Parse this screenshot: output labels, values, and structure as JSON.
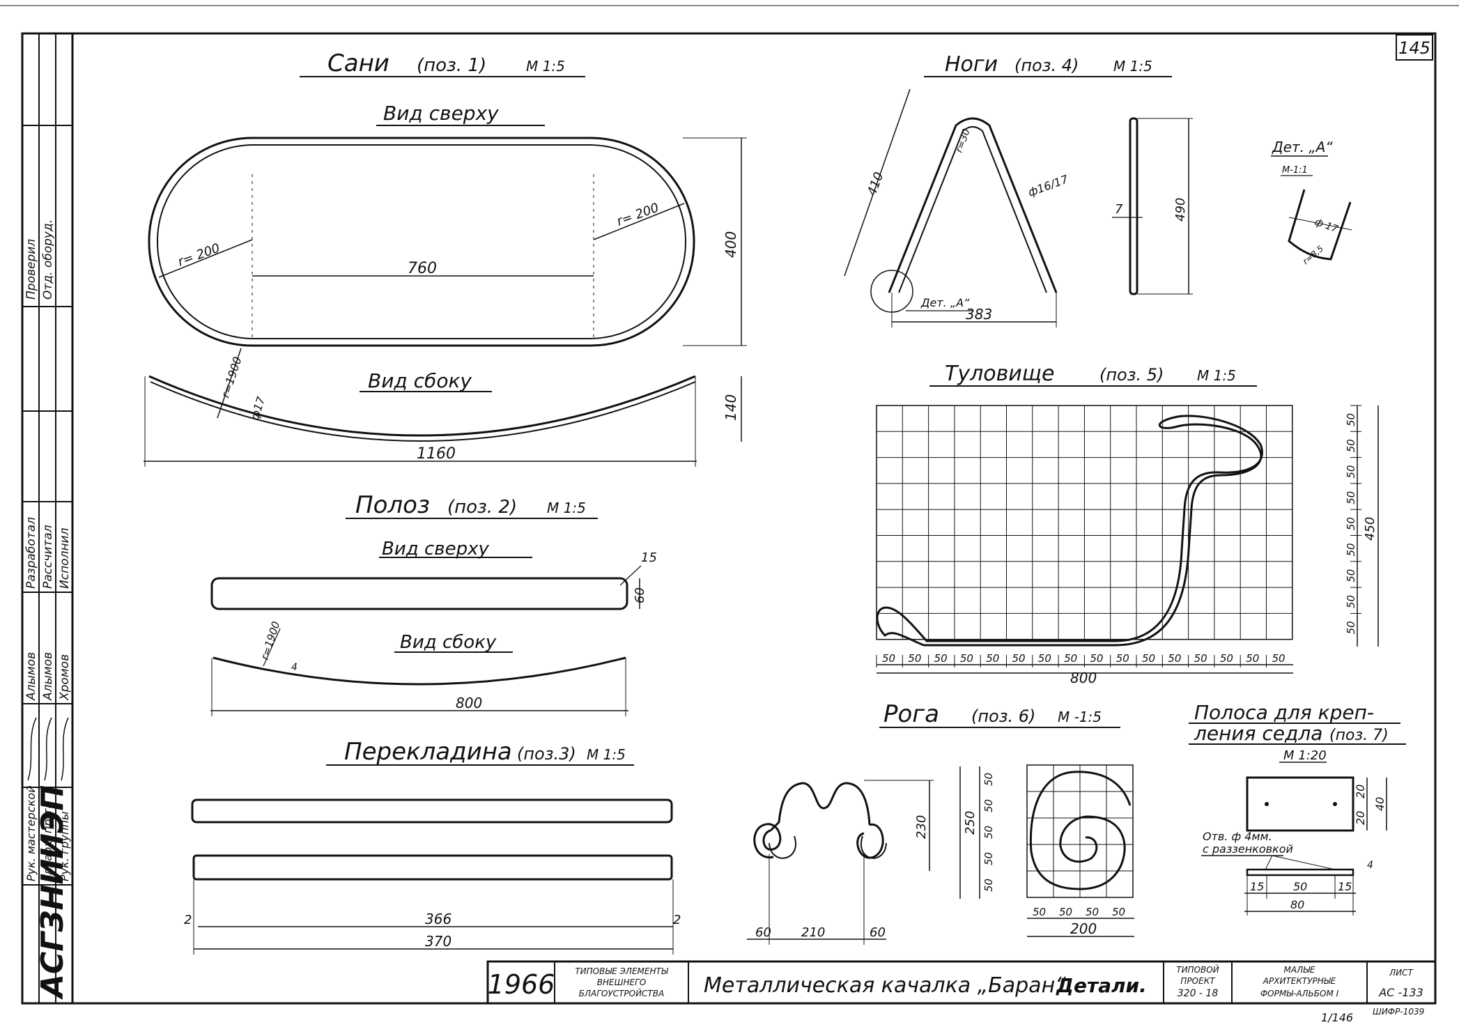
{
  "sheet": {
    "page_number": "145",
    "footer_page": "1/146",
    "cipher": "ШИФР-1039"
  },
  "titles": {
    "sani": "Сани",
    "sani_pos": "(поз. 1)",
    "sani_scale": "М 1:5",
    "top_view": "Вид сверху",
    "side_view": "Вид сбоку",
    "poloz": "Полоз",
    "poloz_pos": "(поз. 2)",
    "poloz_scale": "М 1:5",
    "poloz_top": "Вид сверху",
    "poloz_side": "Вид сбоку",
    "perekladina": "Перекладина",
    "perekladina_pos": "(поз.3)",
    "perekladina_scale": "М 1:5",
    "nogi": "Ноги",
    "nogi_pos": "(поз. 4)",
    "nogi_scale": "М 1:5",
    "detail_a": "Дет. „А“",
    "detail_scale": "М-1:1",
    "detail_a_ref": "Дет. „А“",
    "tulovishche": "Туловище",
    "tulovishche_pos": "(поз. 5)",
    "tulovishche_scale": "М 1:5",
    "roga": "Рога",
    "roga_pos": "(поз. 6)",
    "roga_scale": "М -1:5",
    "polosa_line1": "Полоса для креп-",
    "polosa_line2": "ления седла",
    "polosa_pos": "(поз. 7)",
    "polosa_scale": "М 1:20",
    "polosa_note1": "Отв. ф 4мм.",
    "polosa_note2": "с раззенковкой"
  },
  "dims": {
    "sani_r_left": "r= 200",
    "sani_r_right": "r= 200",
    "sani_760": "760",
    "sani_400": "400",
    "sani_r1900": "r=1900",
    "sani_d17": "ф17",
    "sani_140": "140",
    "sani_1160": "1160",
    "poloz_15": "15",
    "poloz_60": "60",
    "poloz_r1900": "r=1900",
    "poloz_4": "4",
    "poloz_800": "800",
    "per_2a": "2",
    "per_2b": "2",
    "per_366": "366",
    "per_370": "370",
    "nogi_410": "410",
    "nogi_r30": "r=30",
    "nogi_d1617": "ф16/17",
    "nogi_383": "383",
    "nogi_7": "7",
    "nogi_490": "490",
    "det_d17": "ф 17",
    "det_r85": "r=8,5",
    "tul_800": "800",
    "tul_450": "450",
    "roga_230": "230",
    "roga_60a": "60",
    "roga_210": "210",
    "roga_60b": "60",
    "roga_250": "250",
    "roga_200": "200",
    "pol_20a": "20",
    "pol_20b": "20",
    "pol_40": "40",
    "pol_4": "4",
    "pol_15a": "15",
    "pol_50": "50",
    "pol_15b": "15",
    "pol_80": "80"
  },
  "tul_bottom_cells": [
    "50",
    "50",
    "50",
    "50",
    "50",
    "50",
    "50",
    "50",
    "50",
    "50",
    "50",
    "50",
    "50",
    "50",
    "50",
    "50"
  ],
  "tul_side_cells": [
    "50",
    "50",
    "50",
    "50",
    "50",
    "50",
    "50",
    "50",
    "50"
  ],
  "roga_side_cells": [
    "50",
    "50",
    "50",
    "50",
    "50"
  ],
  "roga_bottom_cells": [
    "50",
    "50",
    "50",
    "50"
  ],
  "stamp": {
    "year": "1966",
    "series_line1": "ТИПОВЫЕ ЭЛЕМЕНТЫ",
    "series_line2": "ВНЕШНЕГО",
    "series_line3": "БЛАГОУСТРОЙСТВА",
    "title": "Металлическая качалка „Баран“",
    "title_bold": "Детали.",
    "project_line1": "ТИПОВОЙ",
    "project_line2": "ПРОЕКТ",
    "project_line3": "320 - 18",
    "album_line1": "МАЛЫЕ",
    "album_line2": "АРХИТЕКТУРНЫЕ",
    "album_line3": "ФОРМЫ-АЛЬБОМ I",
    "sheet_label": "ЛИСТ",
    "sheet_code": "АС -133"
  },
  "side_block": {
    "org": "АСГЗНИИЭП",
    "roles": [
      "Проверил",
      "Отд. оборуд.",
      "Разработал",
      "Рассчитал",
      "Исполнил",
      "Рук. мастерской",
      "Гл. арх. пр-та",
      "Рук. группы"
    ],
    "names": [
      "Алымов",
      "Алымов",
      "Хромов"
    ]
  }
}
